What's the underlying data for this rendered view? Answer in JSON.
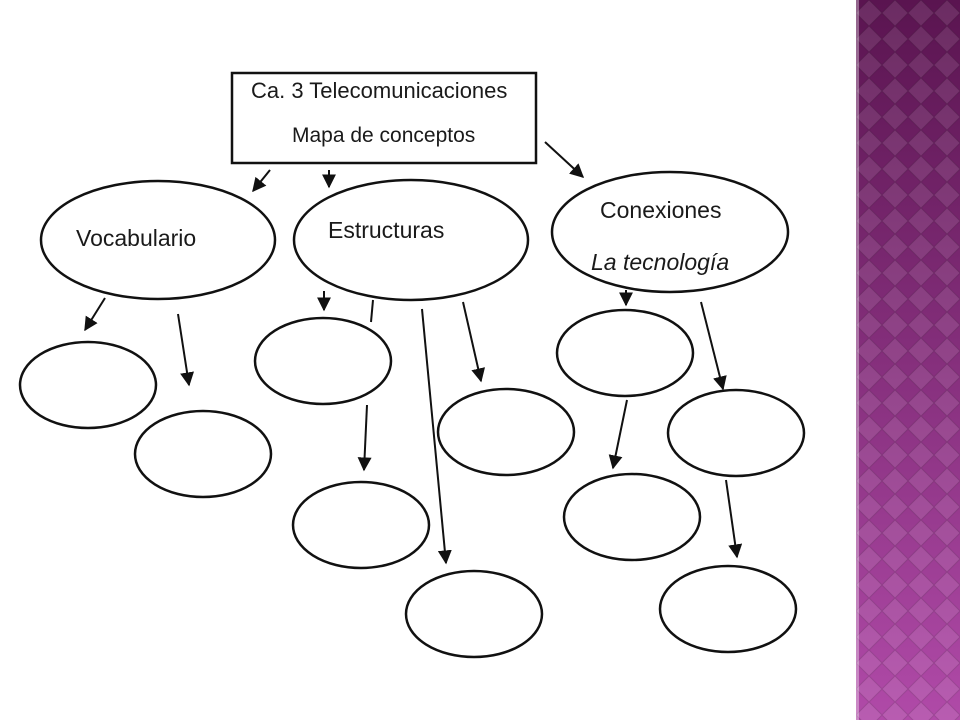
{
  "title_box": {
    "line1": "Ca. 3 Telecomunicaciones",
    "line2": "Mapa de conceptos"
  },
  "nodes": {
    "vocabulario": "Vocabulario",
    "estructuras": "Estructuras",
    "conexiones": "Conexiones",
    "conexiones_sub": "La tecnología"
  },
  "colors": {
    "side_band_top": "#5a1450",
    "side_band_bottom": "#b04aa8",
    "stroke": "#111111"
  }
}
